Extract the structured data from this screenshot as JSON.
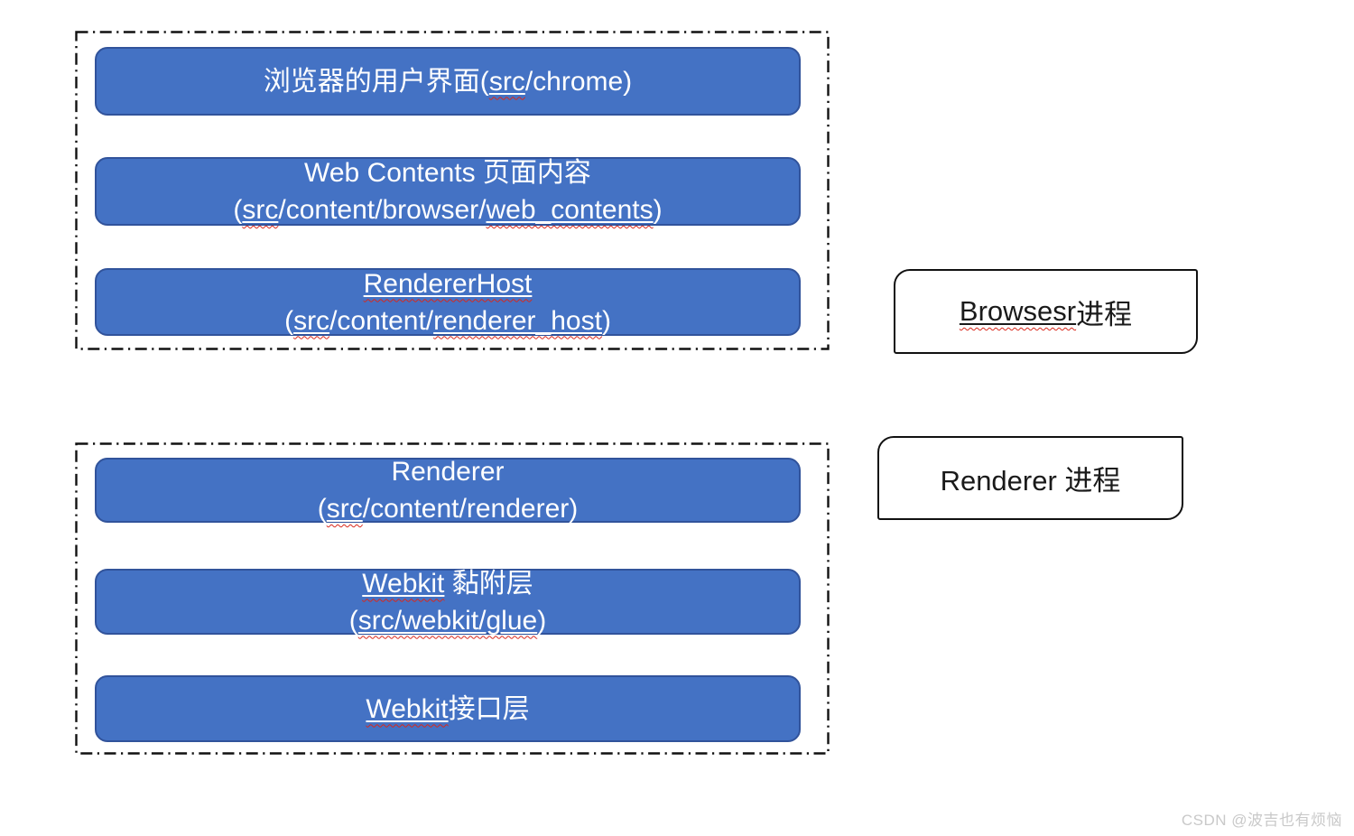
{
  "colors": {
    "page_bg": "#ffffff",
    "box_fill": "#4472C4",
    "box_border": "#31539B",
    "box_text": "#ffffff",
    "outline": "#111111",
    "label_fill": "#ffffff",
    "squiggle": "#D8281C",
    "watermark_color": "#c9c9c9"
  },
  "browser_group": {
    "process_label_segments": [
      {
        "t": "Browsesr",
        "sq": true
      },
      {
        "t": " 进程",
        "sq": false
      }
    ],
    "boxes": [
      {
        "lines": [
          [
            {
              "t": "浏览器的用户界面(",
              "sq": false
            },
            {
              "t": "src",
              "sq": true
            },
            {
              "t": "/chrome)",
              "sq": false
            }
          ]
        ]
      },
      {
        "lines": [
          [
            {
              "t": "Web Contents 页面内容",
              "sq": false
            }
          ],
          [
            {
              "t": "(",
              "sq": false
            },
            {
              "t": "src",
              "sq": true
            },
            {
              "t": "/content/browser/",
              "sq": false
            },
            {
              "t": "web_contents",
              "sq": true
            },
            {
              "t": ")",
              "sq": false
            }
          ]
        ]
      },
      {
        "lines": [
          [
            {
              "t": "RendererHost",
              "sq": true
            }
          ],
          [
            {
              "t": "(",
              "sq": false
            },
            {
              "t": "src",
              "sq": true
            },
            {
              "t": "/content/",
              "sq": false
            },
            {
              "t": "renderer_host",
              "sq": true
            },
            {
              "t": ")",
              "sq": false
            }
          ]
        ]
      }
    ]
  },
  "renderer_group": {
    "process_label_segments": [
      {
        "t": "Renderer 进程",
        "sq": false
      }
    ],
    "boxes": [
      {
        "lines": [
          [
            {
              "t": "Renderer",
              "sq": false
            }
          ],
          [
            {
              "t": "(",
              "sq": false
            },
            {
              "t": "src",
              "sq": true
            },
            {
              "t": "/content/renderer)",
              "sq": false
            }
          ]
        ]
      },
      {
        "lines": [
          [
            {
              "t": "Webkit",
              "sq": true
            },
            {
              "t": " 黏附层",
              "sq": false
            }
          ],
          [
            {
              "t": "(",
              "sq": false
            },
            {
              "t": "src/webkit/glue",
              "sq": true
            },
            {
              "t": ")",
              "sq": false
            }
          ]
        ]
      },
      {
        "lines": [
          [
            {
              "t": "Webkit",
              "sq": true
            },
            {
              "t": "接口层",
              "sq": false
            }
          ]
        ]
      }
    ]
  },
  "watermark": "CSDN @波吉也有烦恼"
}
